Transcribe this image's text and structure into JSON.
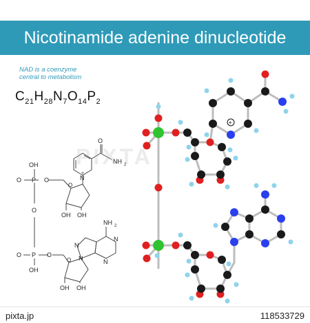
{
  "title": "Nicotinamide adenine dinucleotide",
  "subtitle_line1": "NAD is a coenzyme",
  "subtitle_line2": "central to metabolism",
  "formula": {
    "C": "C",
    "C_n": "21",
    "H": "H",
    "H_n": "28",
    "N": "N",
    "N_n": "7",
    "O": "O",
    "O_n": "14",
    "P": "P",
    "P_n": "2"
  },
  "structural_labels": {
    "oh": "OH",
    "o": "O",
    "p": "P",
    "n": "N",
    "nh2": "NH",
    "nh2_sub": "2",
    "plus": "+"
  },
  "watermark": "PIXTA",
  "footer": {
    "brand": "pixta.jp",
    "image_id": "118533729"
  },
  "atom_colors": {
    "carbon": "#1a1a1a",
    "hydrogen": "#8fd3ec",
    "oxygen": "#e02020",
    "nitrogen": "#2a3ff0",
    "phosphorus": "#2fc42f"
  }
}
